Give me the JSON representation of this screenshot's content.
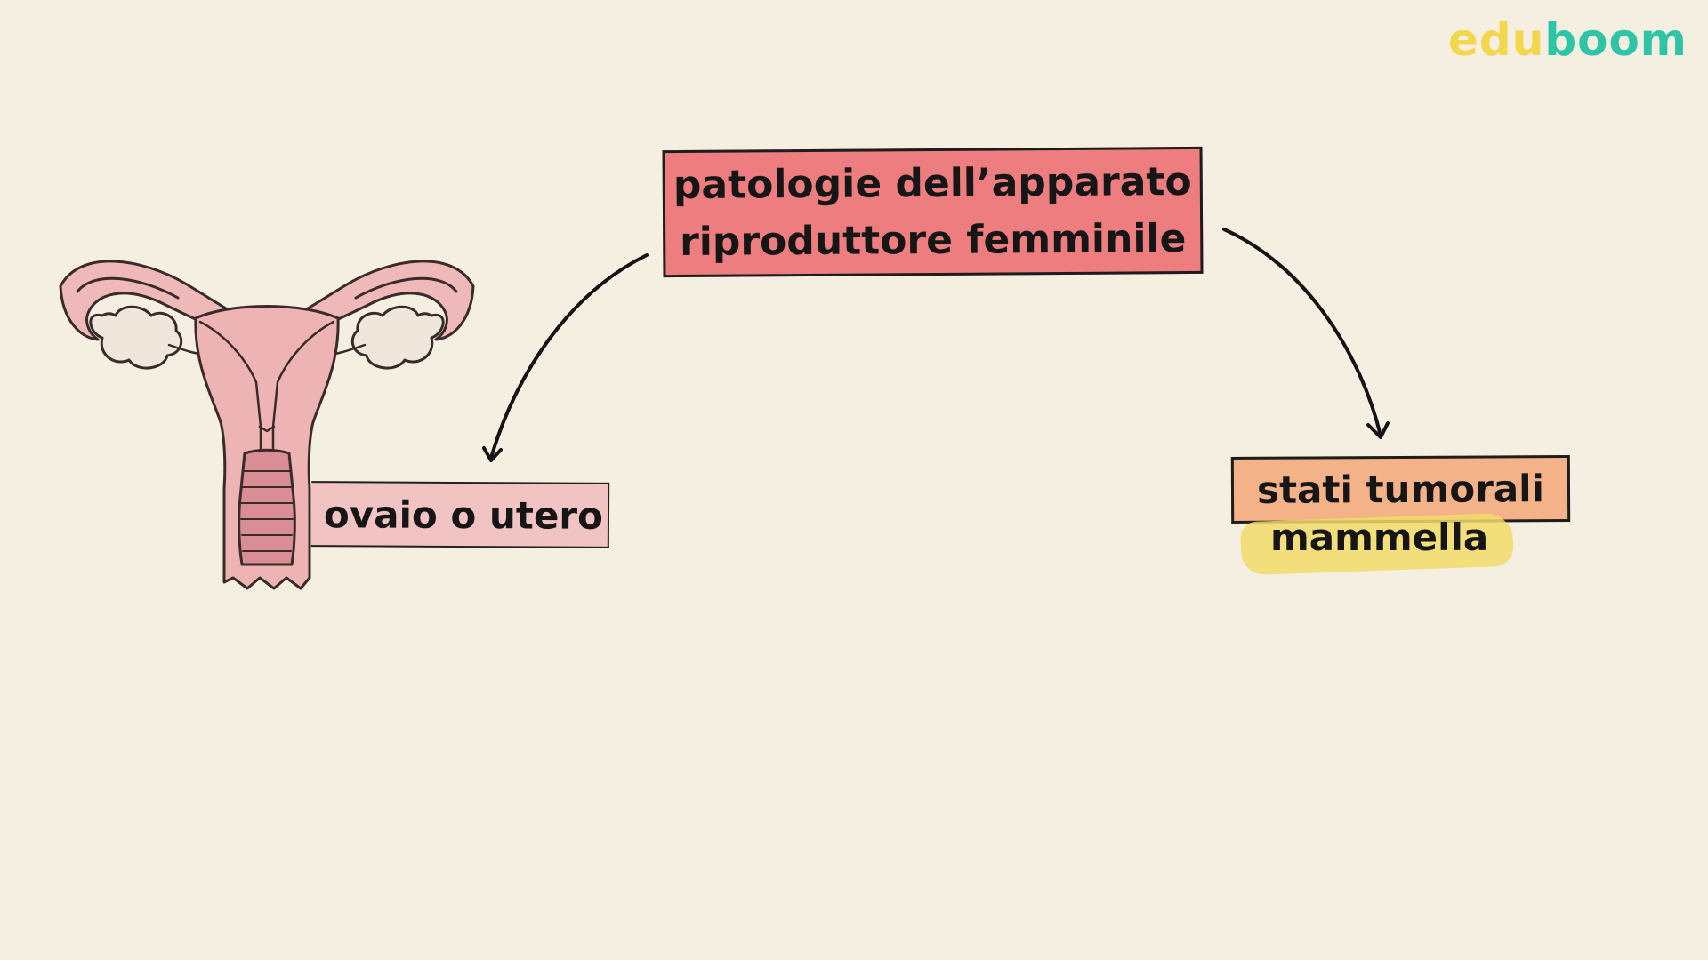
{
  "brand": {
    "logo_part1": "edu",
    "logo_part2": "boom"
  },
  "diagram": {
    "root": {
      "line1": "patologie dell’apparato",
      "line2": "riproduttore femminile"
    },
    "left_node": "ovaio o utero",
    "right_node": {
      "line1": "stati tumorali",
      "line2": "mammella"
    }
  },
  "colors": {
    "background": "#f5efe2",
    "root_box": "#ee7d80",
    "left_box": "#f2c3c3",
    "right_box": "#f4b289",
    "highlight": "#f2db6a",
    "logo_yellow": "#f2d64b",
    "logo_teal": "#2ec4a6"
  },
  "icons": {
    "illustration": "uterus-illustration"
  }
}
